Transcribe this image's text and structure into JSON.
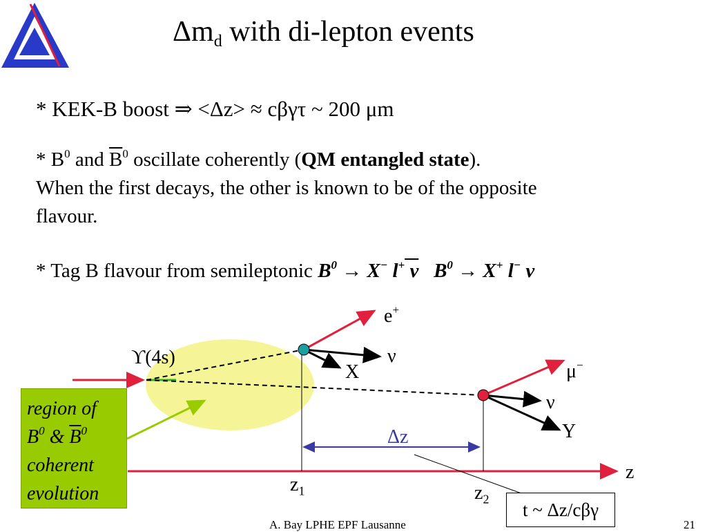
{
  "slide": {
    "title_main": "Δm",
    "title_sub": "d",
    "title_rest": " with di-lepton events",
    "bullet1": "* KEK-B boost   ⇒  <Δz> ≈   cβγτ  ~ 200 μm",
    "bullet2_a": "*  B",
    "bullet2_sup1": "0",
    "bullet2_b": " and ",
    "bullet2_bbar": "B",
    "bullet2_sup2": "0",
    "bullet2_c": " oscillate coherently (",
    "bullet2_bold": "QM entangled state",
    "bullet2_d": ").",
    "line3": "When the first decays, the other is known to be of the opposite",
    "line4": "flavour.",
    "bullet3_a": "* Tag B flavour from semileptonic   ",
    "decay1_B": "B",
    "decay1_sup": "0",
    "decay1_rest": " → X",
    "decay1_xsup": "−",
    "decay1_l": " l",
    "decay1_lsup": "+",
    "decay1_nu": " ν",
    "decay2_B": "B",
    "decay2_sup": "0",
    "decay2_rest": " → X",
    "decay2_xsup": "+",
    "decay2_l": " l",
    "decay2_lsup": "−",
    "decay2_nu": " ν"
  },
  "diagram": {
    "upsilon_label": "ϒ(4s)",
    "e_plus": "e",
    "e_plus_sup": "+",
    "nu1": "ν",
    "x_label": "X",
    "mu_minus": "μ",
    "mu_minus_sup": "−",
    "nu2": "ν",
    "y_label": "Y",
    "delta_z": "Δz",
    "z_axis": "z",
    "z1": "z",
    "z1_sub": "1",
    "z2": "z",
    "z2_sub": "2",
    "region_l1": "region of",
    "region_l2_b": "B",
    "region_l2_sup1": "0",
    "region_l2_amp": " & ",
    "region_l2_bbar": "B",
    "region_l2_sup2": "0",
    "region_l3": "coherent",
    "region_l4": "evolution",
    "formula": "t ~ Δz/cβγ",
    "colors": {
      "red": "#e0203c",
      "blue": "#3a3aa0",
      "yellow": "#f5f598",
      "green": "#99cc00",
      "teal": "#1aa0a0"
    }
  },
  "footer": {
    "text": "A. Bay   LPHE EPF Lausanne",
    "page": "21"
  }
}
